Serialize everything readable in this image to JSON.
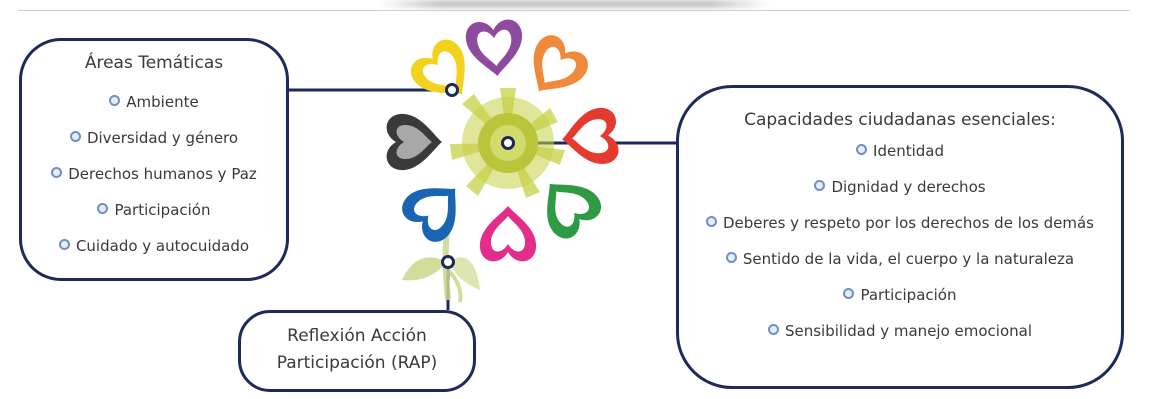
{
  "header": {
    "title": ""
  },
  "left_box": {
    "title": "Áreas Temáticas",
    "items": [
      {
        "label": "Ambiente"
      },
      {
        "label": "Diversidad y género"
      },
      {
        "label": "Derechos humanos y Paz"
      },
      {
        "label": "Participación"
      },
      {
        "label": "Cuidado y autocuidado"
      }
    ]
  },
  "right_box": {
    "title": "Capacidades ciudadanas esenciales:",
    "items": [
      {
        "label": "Identidad"
      },
      {
        "label": "Dignidad y derechos"
      },
      {
        "label": "Deberes y respeto por los derechos de los demás"
      },
      {
        "label": "Sentido de la vida, el cuerpo y la naturaleza"
      },
      {
        "label": "Participación"
      },
      {
        "label": "Sensibilidad y manejo emocional"
      }
    ]
  },
  "bottom_box": {
    "line1": "Reflexión Acción",
    "line2": "Participación (RAP)"
  },
  "colors": {
    "border": "#1f2a5c",
    "bullet": "#6f8fc7",
    "petals": [
      "#f2d21c",
      "#8e4a9e",
      "#ef8a3c",
      "#e53a2e",
      "#2e9a44",
      "#e32d8a",
      "#1a64b4",
      "#3a3a3a"
    ],
    "center": "#c7d146",
    "stem": "#c8d88a"
  },
  "icons": {
    "bullet": "circle-bullet-icon",
    "flower": "heart-flower-icon"
  }
}
